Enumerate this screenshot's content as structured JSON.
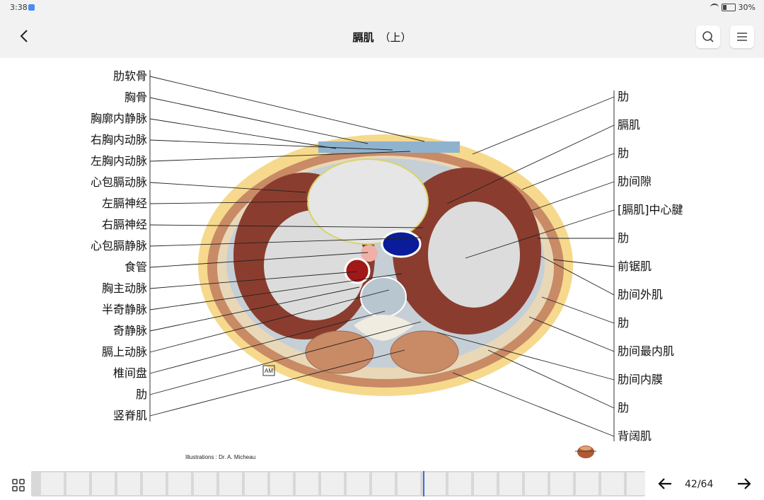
{
  "status": {
    "time": "3:38",
    "battery": "30%"
  },
  "header": {
    "title": "膈肌",
    "subtitle": "（上）"
  },
  "labels_left": [
    "肋软骨",
    "胸骨",
    "胸廓内静脉",
    "右胸内动脉",
    "左胸内动脉",
    "心包膈动脉",
    "左膈神经",
    "右膈神经",
    "心包膈静脉",
    "食管",
    "胸主动脉",
    "半奇静脉",
    "奇静脉",
    "膈上动脉",
    "椎间盘",
    "肋",
    "竖脊肌"
  ],
  "labels_right": [
    "肋",
    "膈肌",
    "肋",
    "肋间隙",
    "[膈肌]中心腱",
    "肋",
    "前锯肌",
    "肋间外肌",
    "肋",
    "肋间最内肌",
    "肋间内膜",
    "肋",
    "背阔肌"
  ],
  "illustration_credit": "Illustrations : Dr. A. Micheau",
  "logo_text": "AM",
  "pager": {
    "current": 42,
    "total": 64,
    "text": "42/64"
  },
  "icons": {
    "back": "back-arrow-icon",
    "search": "search-icon",
    "menu": "menu-icon",
    "grid": "grid-icon",
    "prev": "arrow-left-icon",
    "next": "arrow-right-icon"
  }
}
